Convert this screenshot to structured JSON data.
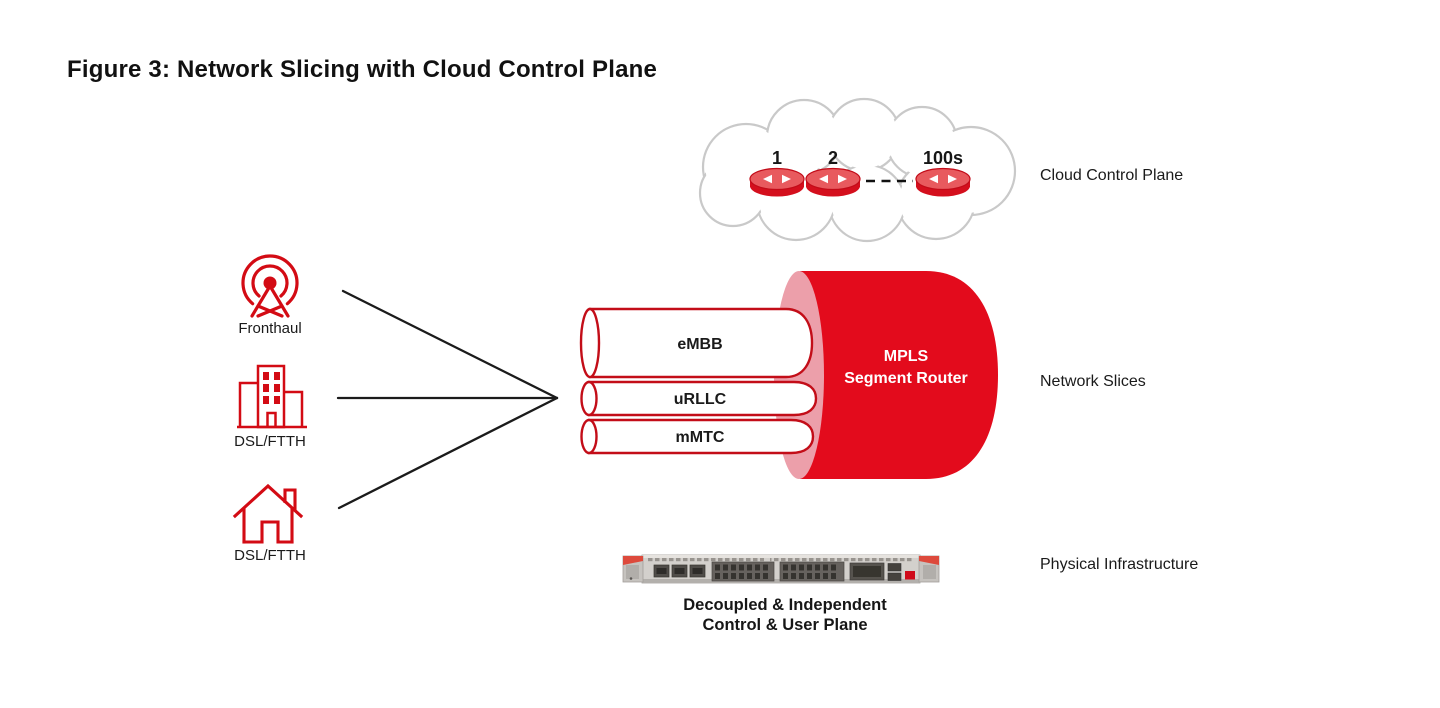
{
  "title": "Figure 3: Network Slicing with Cloud Control Plane",
  "cloud": {
    "label": "Cloud Control Plane",
    "router_labels": [
      "1",
      "2",
      "100s"
    ]
  },
  "sources": [
    {
      "label": "Fronthaul"
    },
    {
      "label": "DSL/FTTH"
    },
    {
      "label": "DSL/FTTH"
    }
  ],
  "slices": {
    "label": "Network Slices",
    "pipes": [
      "eMBB",
      "uRLLC",
      "mMTC"
    ],
    "router": {
      "line1": "MPLS",
      "line2": "Segment Router"
    }
  },
  "infrastructure": {
    "label": "Physical Infrastructure",
    "caption": [
      "Decoupled & Independent",
      "Control & User Plane"
    ]
  },
  "colors": {
    "brand_red": "#e30b1c",
    "outline_red": "#c30d18",
    "cylinder_face_pink": "#ec9faa",
    "icon_red": "#d30b14",
    "cloud_stroke": "#c9c9c9",
    "text": "#1a1a1a"
  }
}
